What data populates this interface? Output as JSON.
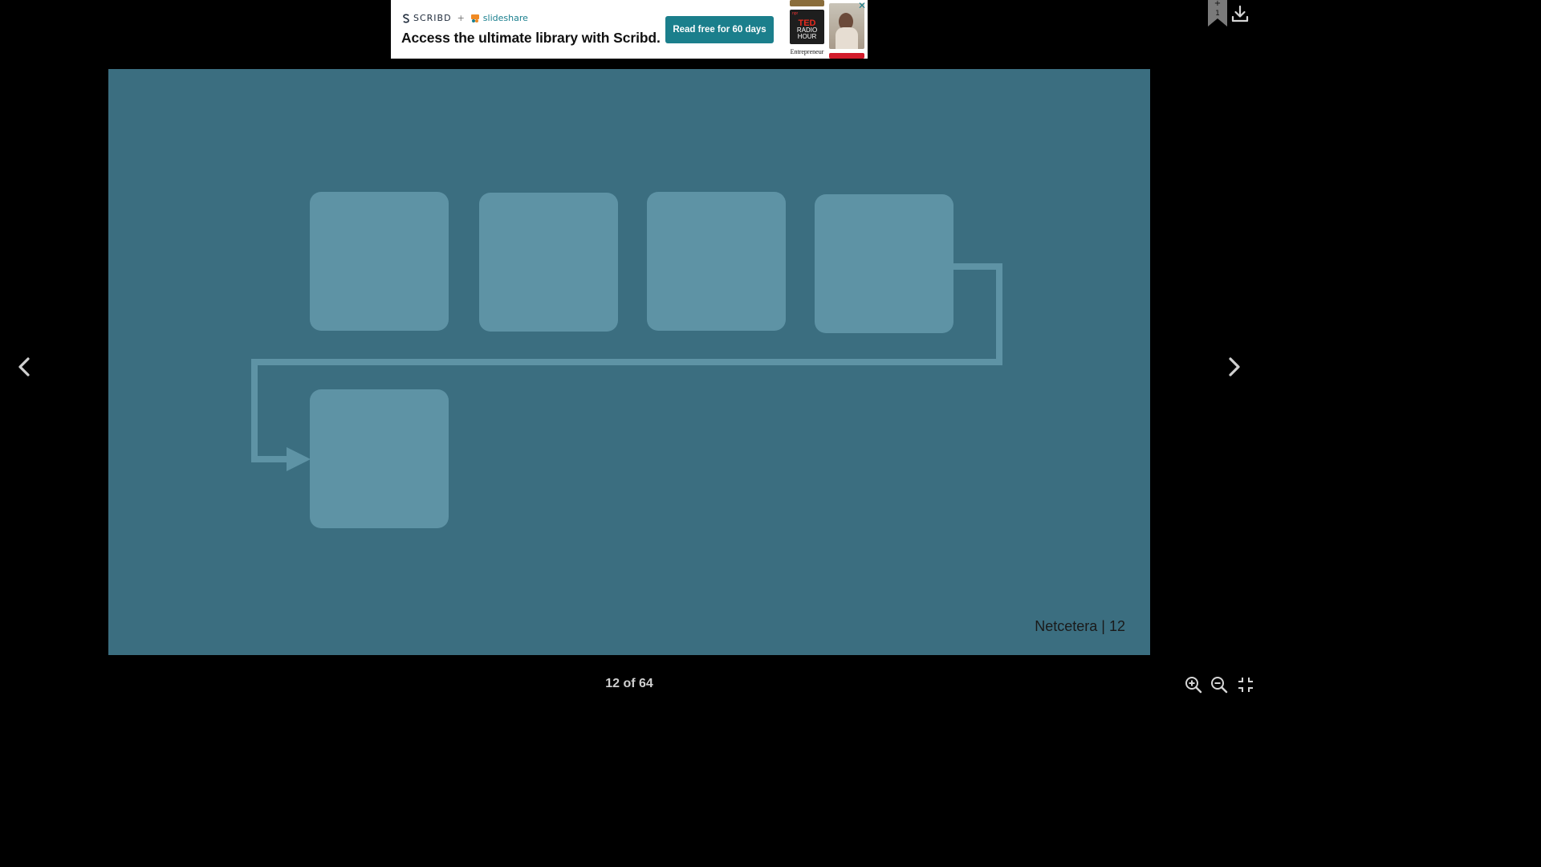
{
  "ad": {
    "brand_scribd": "SCRIBD",
    "brand_plus": "+",
    "brand_slideshare": "slideshare",
    "headline": "Access the ultimate library with Scribd.",
    "cta": "Read free for 60 days",
    "cover_ted_top": "npr",
    "cover_ted_title": "TED",
    "cover_ted_subtitle": "RADIO HOUR",
    "cover_entrepreneur": "Entrepreneur",
    "close": "✕"
  },
  "viewer": {
    "bookmark_plus": "+",
    "bookmark_count": "1",
    "page_indicator": "12 of 64"
  },
  "slide": {
    "footer": "Netcetera | 12",
    "background": "#3b6e80",
    "box_color": "#5e93a5"
  }
}
